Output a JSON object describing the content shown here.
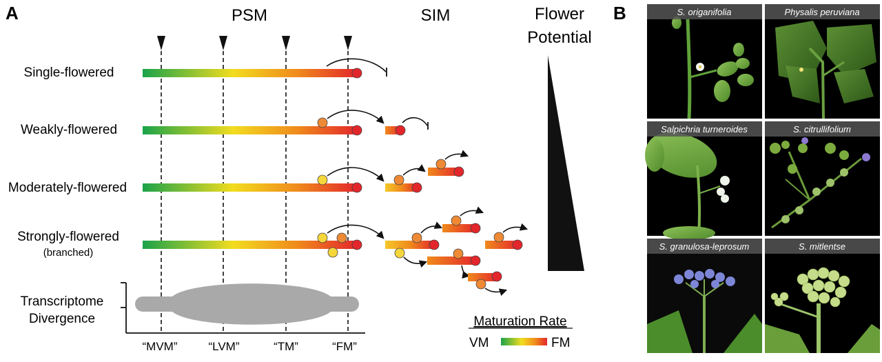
{
  "panel_a": {
    "letter": "A",
    "psm_label": "PSM",
    "sim_label": "SIM",
    "flower_potential_line1": "Flower",
    "flower_potential_line2": "Potential",
    "rows": [
      {
        "label": "Single-flowered",
        "sublabel": ""
      },
      {
        "label": "Weakly-flowered",
        "sublabel": ""
      },
      {
        "label": "Moderately-flowered",
        "sublabel": ""
      },
      {
        "label": "Strongly-flowered",
        "sublabel": "(branched)"
      }
    ],
    "transcriptome_line1": "Transcriptome",
    "transcriptome_line2": "Divergence",
    "stages": [
      "“MVM”",
      "“LVM”",
      "“TM”",
      "“FM”"
    ],
    "maturation_title": "Maturation Rate",
    "maturation_start": "VM",
    "maturation_end": "FM",
    "colors": {
      "gradient_start": "#1aa34a",
      "gradient_mid": "#f2dc1f",
      "gradient_late": "#f08a1c",
      "gradient_end": "#e3262b",
      "tm_node": "#f5d63b",
      "orange_node": "#ee8a35",
      "fm_node": "#e3262b",
      "divergence": "#a9a9a9"
    }
  },
  "panel_b": {
    "letter": "B",
    "photos": [
      {
        "label": "S. origanifolia"
      },
      {
        "label": "Physalis peruviana"
      },
      {
        "label": "Salpichria turneroides"
      },
      {
        "label": "S. citrullifolium"
      },
      {
        "label": "S. granulosa-leprosum"
      },
      {
        "label": "S. mitlentse"
      }
    ]
  }
}
